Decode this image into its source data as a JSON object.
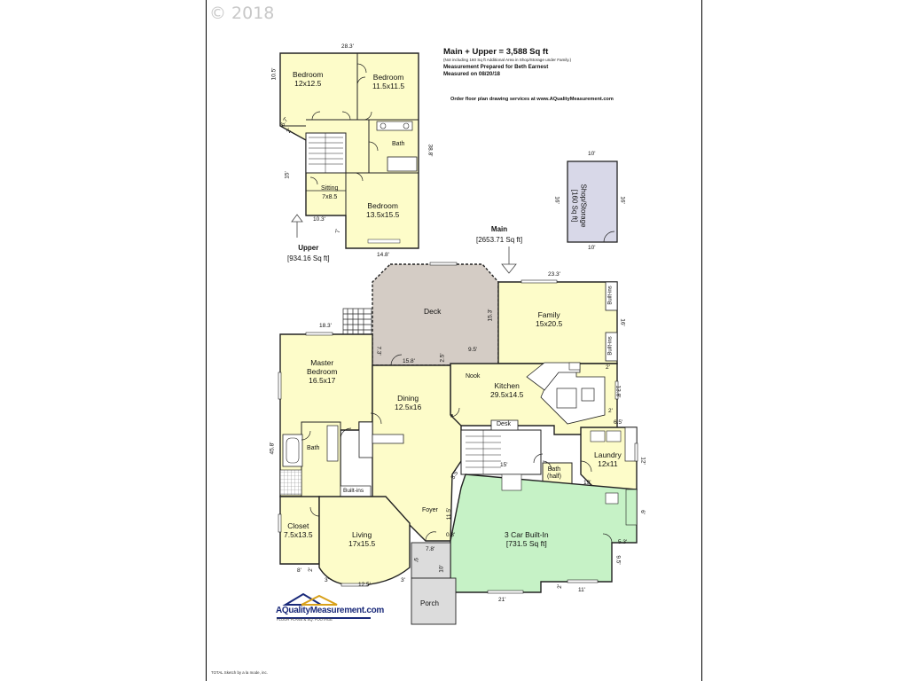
{
  "copyright": "© 2018",
  "header": {
    "total": "Main + Upper = 3,588 Sq ft",
    "note": "(Not including 160 Sq ft Additional Area in Shop/Storage under Family.)",
    "prepared_for": "Measurement Prepared for Beth Earnest",
    "measured_on": "Measured on 08/20/18",
    "order": "Order floor plan drawing services at www.AQualityMeasurement.com"
  },
  "levels": {
    "upper": {
      "name": "Upper",
      "area": "[934.16 Sq ft]"
    },
    "main": {
      "name": "Main",
      "area": "[2653.71 Sq ft]"
    }
  },
  "upper_rooms": {
    "bed1": [
      "Bedroom",
      "12x12.5"
    ],
    "bed2": [
      "Bedroom",
      "11.5x11.5"
    ],
    "bath": "Bath",
    "sitting": [
      "Sitting",
      "7x8.5"
    ],
    "bed3": [
      "Bedroom",
      "13.5x15.5"
    ]
  },
  "upper_dims": {
    "top": "28.3'",
    "left_top": "10.5'",
    "diag": "6.7'",
    "two": "2'",
    "left_mid": "15'",
    "bottom_left": "10.3'",
    "right": "38.8'",
    "seven": "7'",
    "bottom": "14.8'"
  },
  "shop": {
    "name": "Shop/Storage",
    "area": "[160 Sq ft]",
    "top": "10'",
    "bottom": "10'",
    "left": "16'",
    "right": "16'"
  },
  "main_rooms": {
    "deck": "Deck",
    "family": [
      "Family",
      "15x20.5"
    ],
    "builtins_a": "Built-ins",
    "builtins_b": "Built-ins",
    "master": [
      "Master",
      "Bedroom",
      "16.5x17"
    ],
    "dining": [
      "Dining",
      "12.5x16"
    ],
    "nook": "Nook",
    "kitchen": [
      "Kitchen",
      "29.5x14.5"
    ],
    "desk": "Desk",
    "laundry": [
      "Laundry",
      "12x11"
    ],
    "bath_half": [
      "Bath",
      "(half)"
    ],
    "bath": "Bath",
    "builtins_c": "Built-ins",
    "closet": [
      "Closet",
      "7.5x13.5"
    ],
    "living": [
      "Living",
      "17x15.5"
    ],
    "foyer": "Foyer",
    "garage": [
      "3 Car Built-In",
      "[731.5 Sq ft]"
    ],
    "porch": "Porch"
  },
  "main_dims": {
    "family_top": "23.3'",
    "family_right": "16'",
    "deck_right": "15.3'",
    "deck_bottom": "15.8'",
    "deck_small": "9.5'",
    "deck_25": "2.5'",
    "deck_left": "7.3'",
    "master_top": "18.3'",
    "left": "45.8'",
    "two_a": "2'",
    "kitchen_right": "13.8'",
    "two_b": "2'",
    "laundry_top": "6.5'",
    "laundry_right": "12'",
    "fifteen": "15'",
    "nineteen": "19'",
    "three_five": "3.5'",
    "eleven_five": "11.5'",
    "o3": "0.3'",
    "seven_eight": "7.8'",
    "nine": "9'",
    "ten": "10'",
    "six": "6'",
    "five_three": "5.3'",
    "nine_five": "9.5'",
    "twentyone": "21'",
    "two_c": "2'",
    "eleven": "11'",
    "eight": "8'",
    "two_d": "2'",
    "three_a": "3'",
    "twelve_five": "12.5'",
    "three_b": "3'"
  },
  "logo": {
    "name": "AQualityMeasurement.com",
    "tagline": "FLOOR PLANS & SQ. FOOTAGE"
  },
  "footer": "TOTAL Sketch by a la mode, inc.",
  "colors": {
    "room_fill": "#fdfcc9",
    "deck_fill": "#d4ccc5",
    "garage_fill": "#c6f2c6",
    "shop_fill": "#d8d8e8",
    "porch_fill": "#dcdcdc",
    "wall": "#222222"
  }
}
